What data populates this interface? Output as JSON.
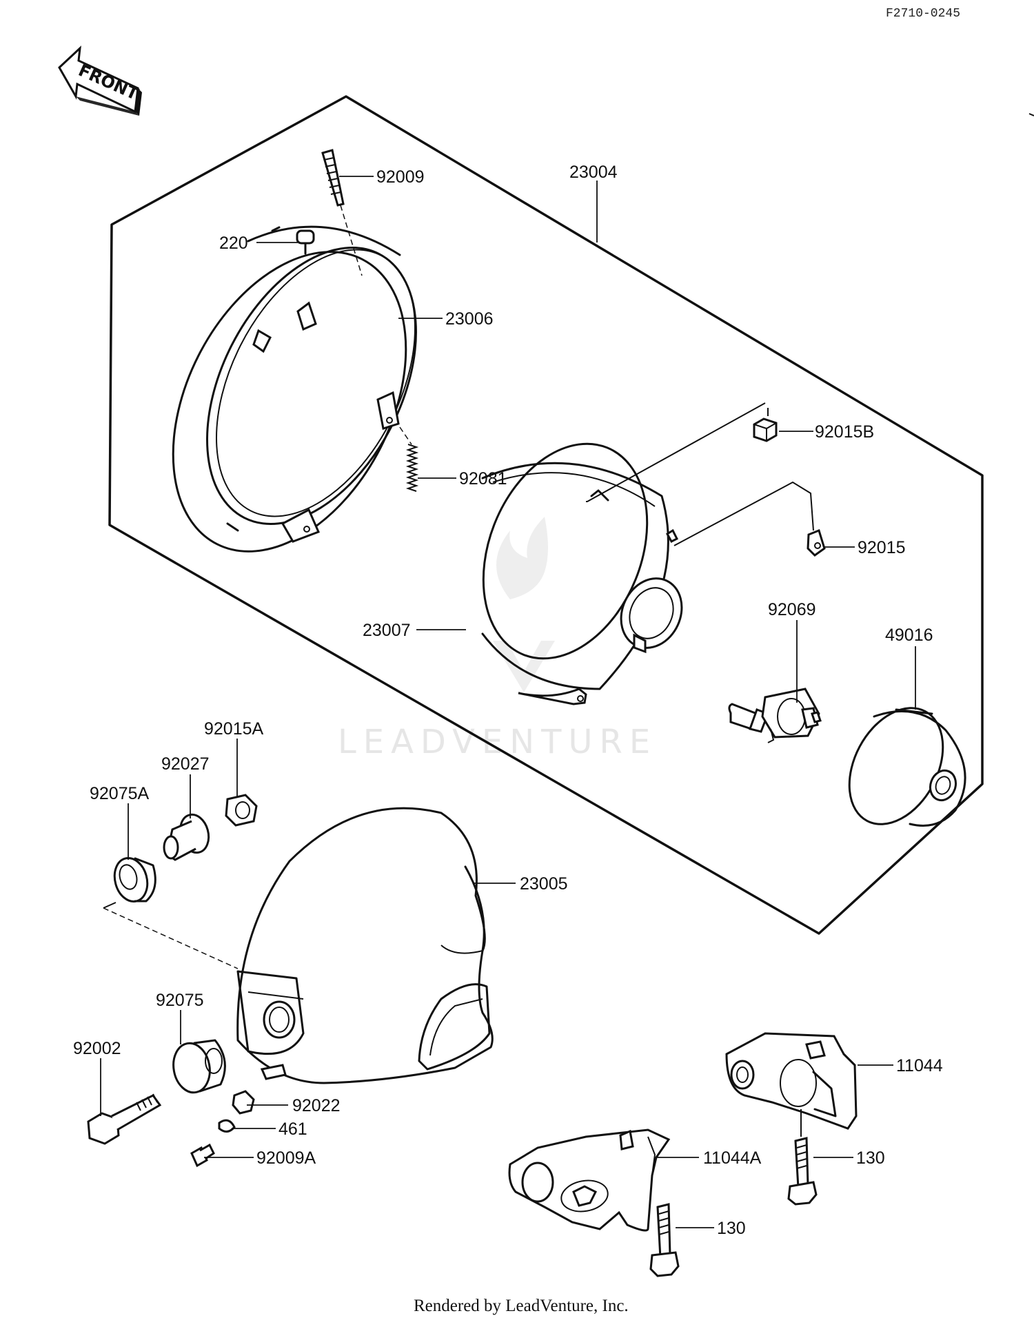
{
  "ref_code": "F2710-0245",
  "front_label": "FRONT",
  "watermark": "LEADVENTURE",
  "footer": "Rendered by LeadVenture, Inc.",
  "labels": {
    "p92009": "92009",
    "p23004": "23004",
    "p220": "220",
    "p23006": "23006",
    "p92015B": "92015B",
    "p92081": "92081",
    "p92015": "92015",
    "p92069": "92069",
    "p49016": "49016",
    "p23007": "23007",
    "p92015A": "92015A",
    "p92027": "92027",
    "p92075A": "92075A",
    "p23005": "23005",
    "p92075": "92075",
    "p92002": "92002",
    "p92022": "92022",
    "p461": "461",
    "p92009A": "92009A",
    "p11044": "11044",
    "p11044A": "11044A",
    "p130a": "130",
    "p130b": "130"
  }
}
